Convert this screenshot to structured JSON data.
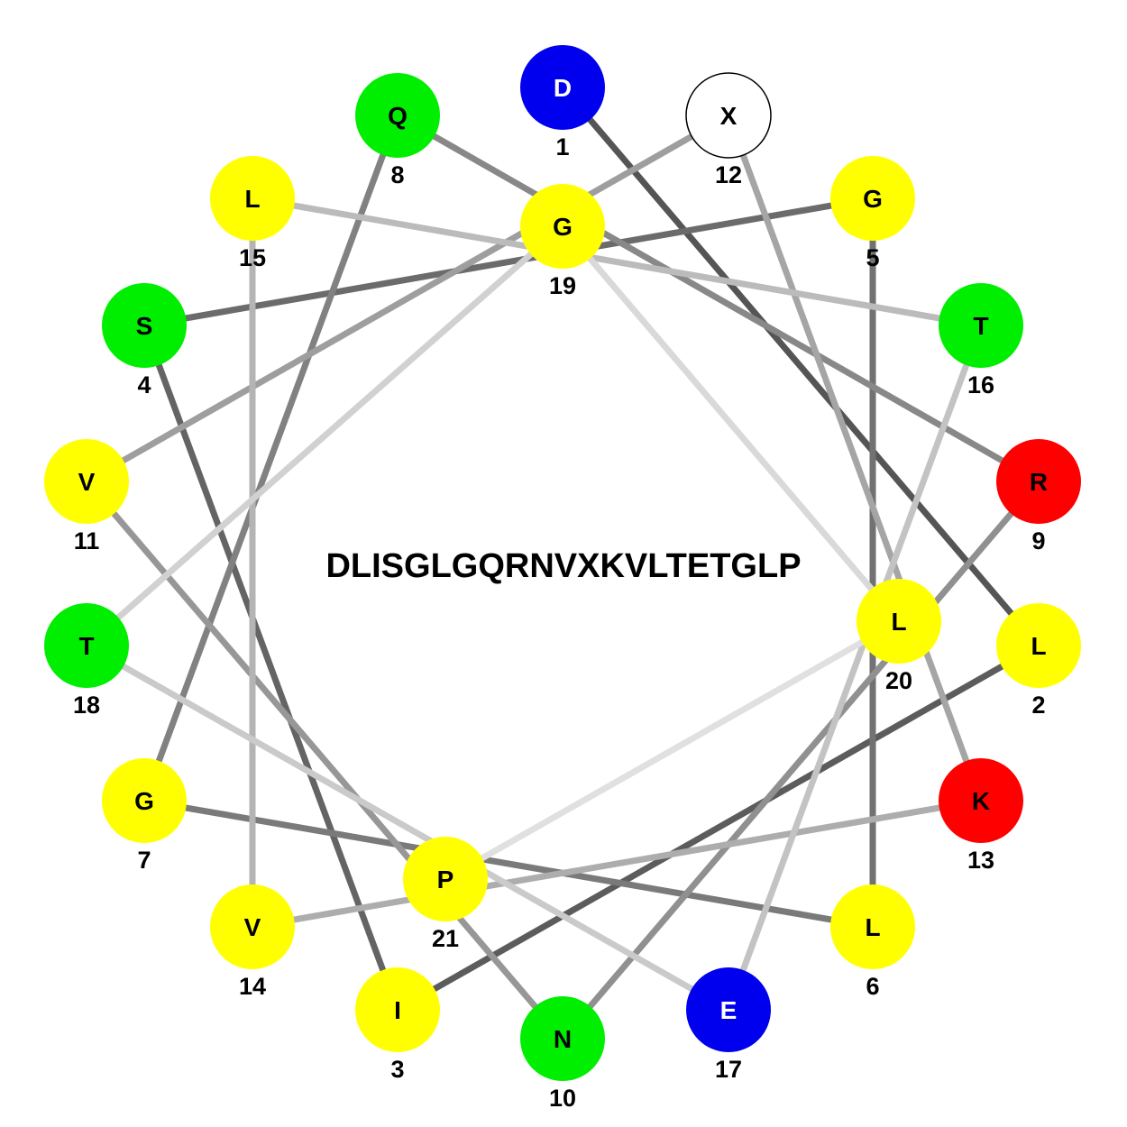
{
  "sequence": "DLISGLGQRNVXKVLTETGLP",
  "colors": {
    "hydrophobic": "#ffff00",
    "polar": "#00ee00",
    "acidic": "#0000ee",
    "basic": "#ff0000",
    "unknown": "#ffffff"
  },
  "residues": [
    {
      "n": "1",
      "aa": "D",
      "kind": "acidic"
    },
    {
      "n": "2",
      "aa": "L",
      "kind": "hydrophobic"
    },
    {
      "n": "3",
      "aa": "I",
      "kind": "hydrophobic"
    },
    {
      "n": "4",
      "aa": "S",
      "kind": "polar"
    },
    {
      "n": "5",
      "aa": "G",
      "kind": "hydrophobic"
    },
    {
      "n": "6",
      "aa": "L",
      "kind": "hydrophobic"
    },
    {
      "n": "7",
      "aa": "G",
      "kind": "hydrophobic"
    },
    {
      "n": "8",
      "aa": "Q",
      "kind": "polar"
    },
    {
      "n": "9",
      "aa": "R",
      "kind": "basic"
    },
    {
      "n": "10",
      "aa": "N",
      "kind": "polar"
    },
    {
      "n": "11",
      "aa": "V",
      "kind": "hydrophobic"
    },
    {
      "n": "12",
      "aa": "X",
      "kind": "unknown"
    },
    {
      "n": "13",
      "aa": "K",
      "kind": "basic"
    },
    {
      "n": "14",
      "aa": "V",
      "kind": "hydrophobic"
    },
    {
      "n": "15",
      "aa": "L",
      "kind": "hydrophobic"
    },
    {
      "n": "16",
      "aa": "T",
      "kind": "polar"
    },
    {
      "n": "17",
      "aa": "E",
      "kind": "acidic"
    },
    {
      "n": "18",
      "aa": "T",
      "kind": "polar"
    },
    {
      "n": "19",
      "aa": "G",
      "kind": "hydrophobic"
    },
    {
      "n": "20",
      "aa": "L",
      "kind": "hydrophobic"
    },
    {
      "n": "21",
      "aa": "P",
      "kind": "hydrophobic"
    }
  ]
}
